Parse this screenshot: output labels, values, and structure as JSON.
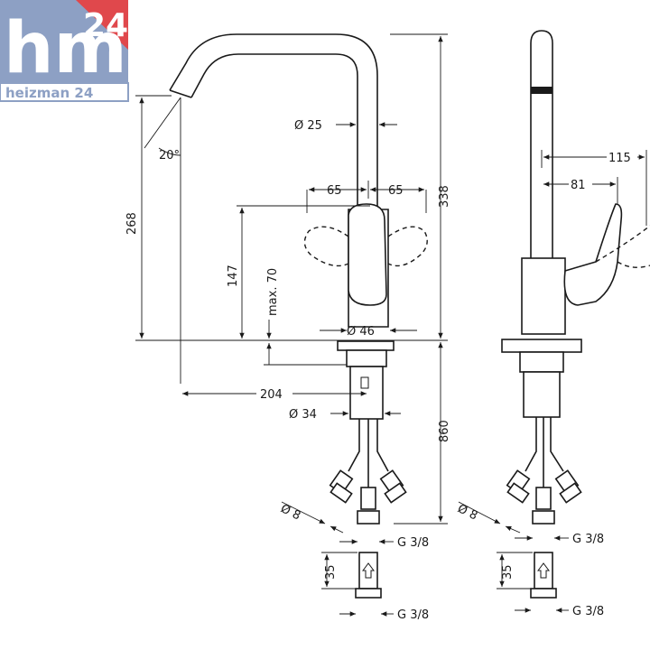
{
  "logo": {
    "mark": "hm",
    "number": "24",
    "brand_text": "heizman 24",
    "colors": {
      "blue": "#8da0c4",
      "red": "#e0484c",
      "text": "#ffffff"
    }
  },
  "dimensions": {
    "spout_diameter": "Ø 25",
    "swivel_angle": "20°",
    "height_spout": "268",
    "height_total": "338",
    "lever_left": "65",
    "lever_right": "65",
    "lever_height": "147",
    "max_opening": "max. 70",
    "base_diameter": "Ø 46",
    "reach": "204",
    "shank_diameter": "Ø 34",
    "hose_length": "860",
    "hose_diameter": "Ø 8",
    "hose_thread": "G 3/8",
    "connector_length": "35",
    "connector_thread": "G 3/8",
    "side_reach_total": "115",
    "side_reach_lever": "81",
    "side_hose_diameter": "Ø 8",
    "side_hose_thread": "G 3/8",
    "side_connector_length": "35",
    "side_connector_thread": "G 3/8"
  }
}
